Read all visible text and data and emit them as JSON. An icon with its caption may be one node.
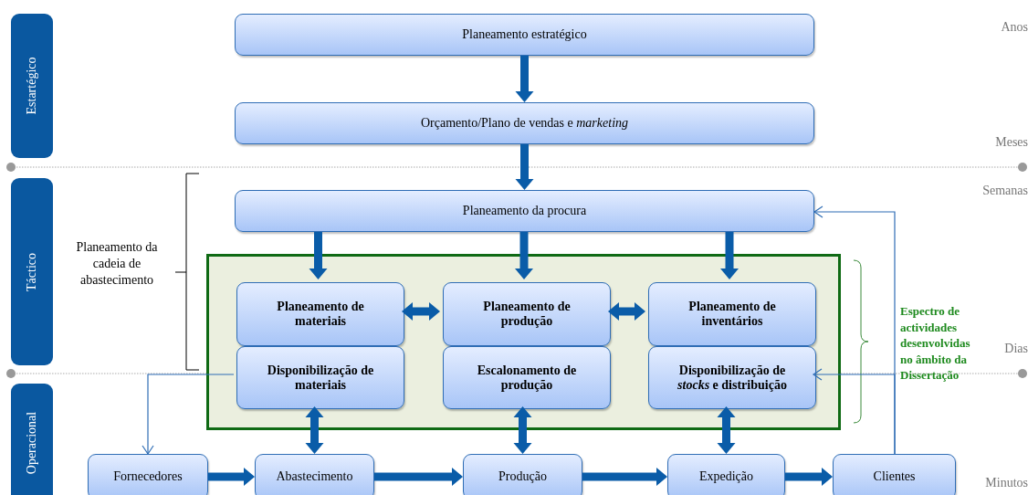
{
  "diagram": {
    "nodes": [
      {
        "text": [
          "Estartégico"
        ]
      },
      {
        "text": [
          "Táctico"
        ]
      },
      {
        "text": [
          "Operacional"
        ]
      },
      {
        "text": [
          "Planeamento estratégico"
        ]
      },
      {
        "text": [
          "Orçamento/Plano de vendas e *marketing*"
        ]
      },
      {
        "text": [
          "Planeamento da procura"
        ]
      },
      {
        "text": [],
        "shape": "box"
      },
      {
        "text": [
          "Planeamento de materiais"
        ],
        "in": 6
      },
      {
        "text": [
          "Disponibilização de materiais"
        ],
        "in": 6
      },
      {
        "text": [
          "Planeamento de produção"
        ],
        "in": 6
      },
      {
        "text": [
          "Escalonamento de produção"
        ],
        "in": 6
      },
      {
        "text": [
          "Planeamento de inventários"
        ],
        "in": 6
      },
      {
        "text": [
          "Disponibilização de *stocks* e distribuição"
        ],
        "in": 6
      },
      {
        "text": [
          "Fornecedores"
        ]
      },
      {
        "text": [
          "Abastecimento"
        ]
      },
      {
        "text": [
          "Produção"
        ]
      },
      {
        "text": [
          "Expedição"
        ]
      },
      {
        "text": [
          "Clientes"
        ]
      }
    ],
    "edges": [
      {
        "from": 3,
        "to": 4,
        "arrow": "to"
      },
      {
        "from": 4,
        "to": 5,
        "arrow": "to"
      },
      {
        "from": 5,
        "to": 7,
        "arrow": "to"
      },
      {
        "from": 5,
        "to": 9,
        "arrow": "to"
      },
      {
        "from": 5,
        "to": 11,
        "arrow": "to"
      },
      {
        "from": 7,
        "to": 9,
        "arrow": "both"
      },
      {
        "from": 9,
        "to": 11,
        "arrow": "both"
      },
      {
        "from": 8,
        "to": 14,
        "arrow": "both"
      },
      {
        "from": 10,
        "to": 15,
        "arrow": "both"
      },
      {
        "from": 12,
        "to": 16,
        "arrow": "both"
      },
      {
        "from": 13,
        "to": 14,
        "arrow": "to"
      },
      {
        "from": 14,
        "to": 15,
        "arrow": "to"
      },
      {
        "from": 15,
        "to": 16,
        "arrow": "to"
      },
      {
        "from": 16,
        "to": 17,
        "arrow": "to"
      },
      {
        "from": 8,
        "to": 13,
        "arrow": "to",
        "color": "#2f6db5"
      },
      {
        "from": 17,
        "to": 5,
        "arrow": "to",
        "color": "#2f6db5"
      },
      {
        "from": 17,
        "to": 12,
        "arrow": "to",
        "color": "#2f6db5"
      }
    ],
    "labels": [
      "Anos",
      "Meses",
      "Semanas",
      "Planeamento da cadeia de abastecimento",
      "Espectro de actividades desenvolvidas no âmbito da Dissertação",
      "Dias",
      "Minutos"
    ]
  }
}
